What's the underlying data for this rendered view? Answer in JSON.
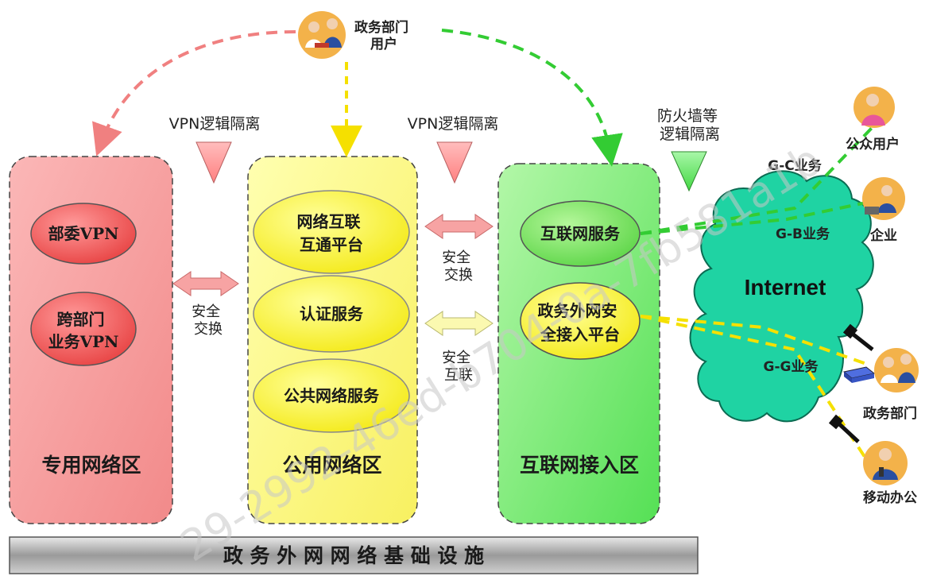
{
  "zones": {
    "private": {
      "label": "专用网络区",
      "items": [
        "部委VPN",
        "跨部门\n业务VPN"
      ]
    },
    "public": {
      "label": "公用网络区",
      "items": [
        "网络互联\n互通平台",
        "认证服务",
        "公共网络服务"
      ]
    },
    "internet_access": {
      "label": "互联网接入区",
      "items": [
        "互联网服务",
        "政务外网安\n全接入平台"
      ]
    }
  },
  "top_user": "政务部门\n用户",
  "isolation": {
    "vpn_left": "VPN逻辑隔离",
    "vpn_right": "VPN逻辑隔离",
    "firewall": "防火墙等\n逻辑隔离"
  },
  "exchanges": {
    "left": "安全\n交换",
    "right_top": "安全\n交换",
    "right_bottom": "安全\n互联"
  },
  "cloud": {
    "title": "Internet",
    "gc": "G-C业务",
    "gb": "G-B业务",
    "gg": "G-G业务"
  },
  "endpoints": {
    "public_user": "公众用户",
    "enterprise": "企业",
    "gov_dept": "政务部门",
    "mobile": "移动办公"
  },
  "footer": "政 务 外 网 网 络 基 础 设 施",
  "watermark": "29-2992-46ed-b704-0a-7fb581a1b",
  "colors": {
    "private_fill": "#f7a3a3",
    "public_fill": "#fdfd9a",
    "internet_fill": "#8ff08f",
    "cloud_fill": "#22d6a4",
    "red_arrow": "#f08080",
    "yellow_arrow": "#f5e000",
    "green_arrow": "#33cc33"
  }
}
